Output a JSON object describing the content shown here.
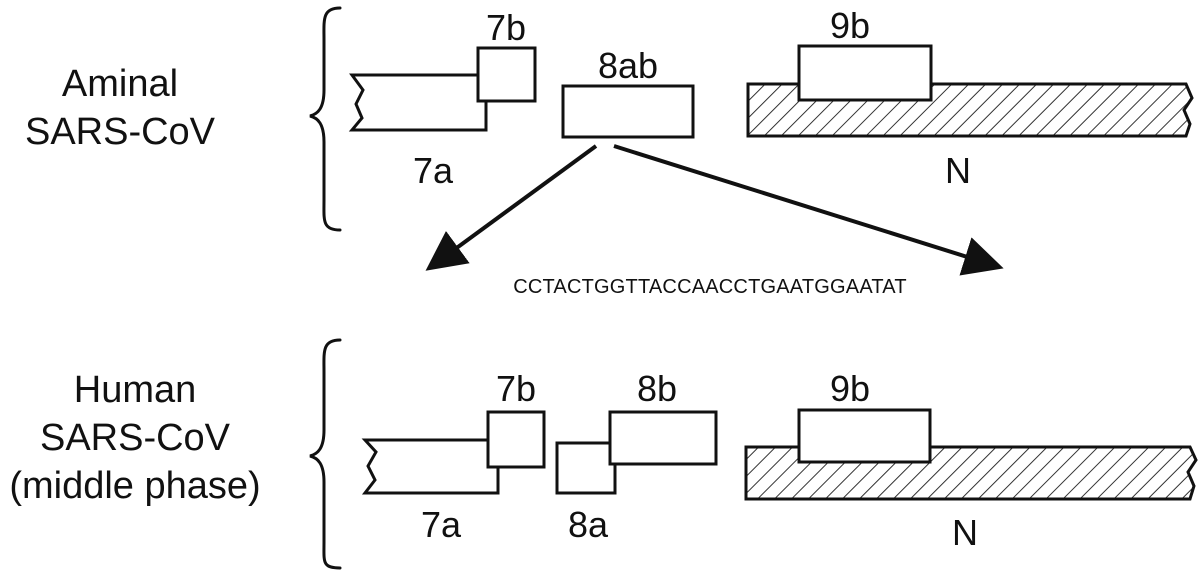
{
  "animal": {
    "label_line1": "Aminal",
    "label_line2": "SARS-CoV",
    "genes": {
      "g7b": "7b",
      "g8ab": "8ab",
      "g9b": "9b",
      "g7a": "7a",
      "gN": "N"
    }
  },
  "sequence": "CCTACTGGTTACCAACCTGAATGGAATAT",
  "human": {
    "label_line1": "Human",
    "label_line2": "SARS-CoV",
    "label_line3": "(middle phase)",
    "genes": {
      "g7b": "7b",
      "g8b": "8b",
      "g9b": "9b",
      "g7a": "7a",
      "g8a": "8a",
      "gN": "N"
    }
  }
}
